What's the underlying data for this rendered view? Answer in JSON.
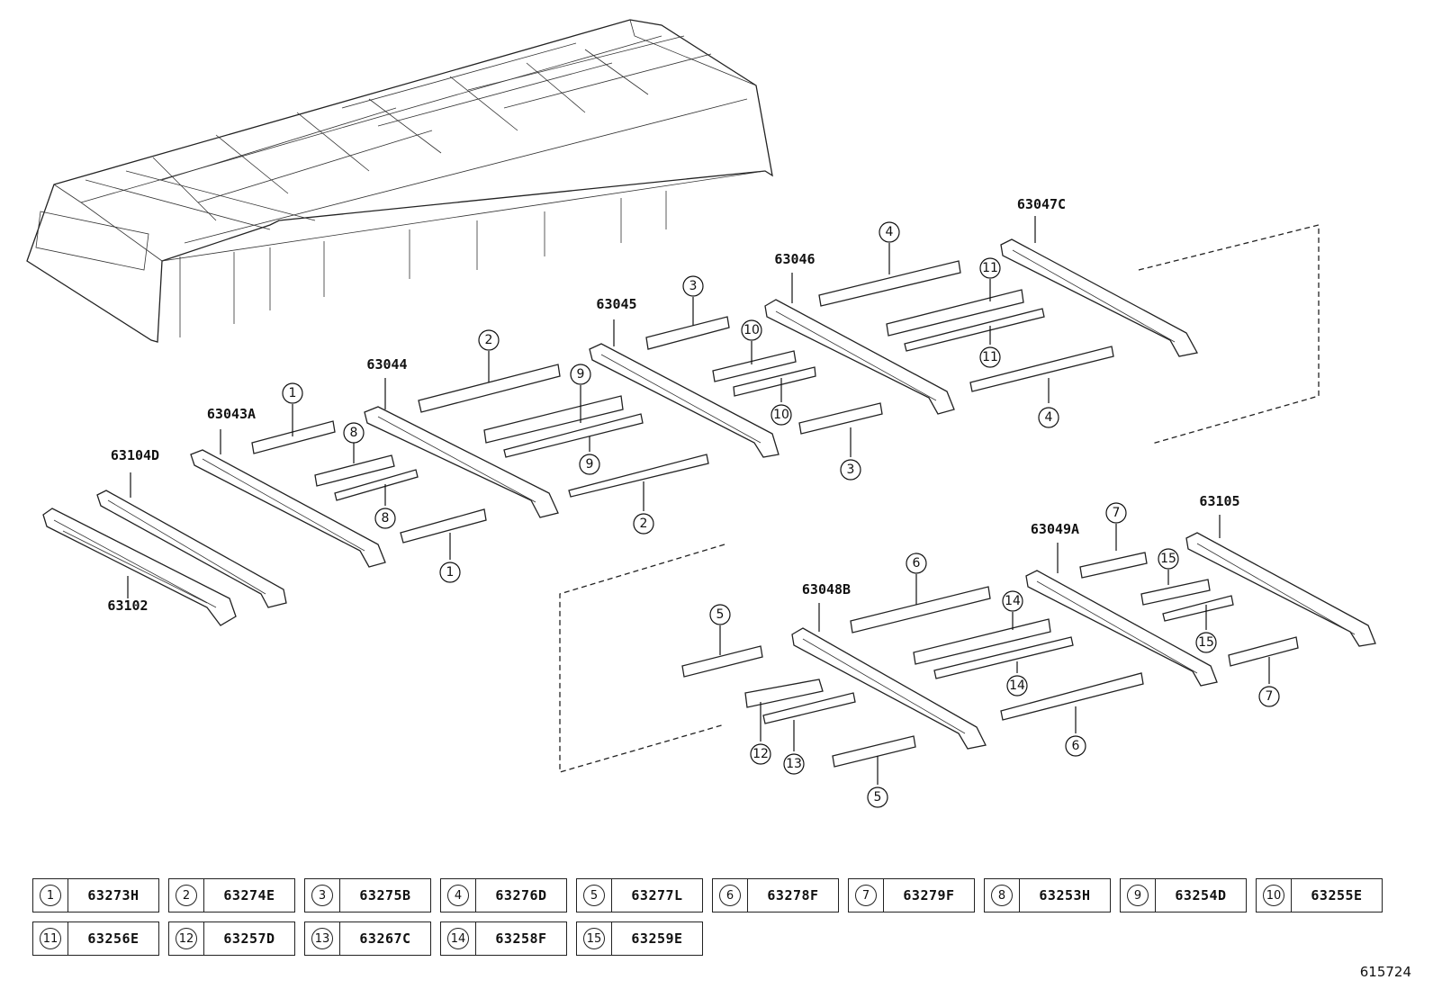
{
  "part_numbers": {
    "p63102": "63102",
    "p63104D": "63104D",
    "p63043A": "63043A",
    "p63044": "63044",
    "p63045": "63045",
    "p63046": "63046",
    "p63047C": "63047C",
    "p63048B": "63048B",
    "p63049A": "63049A",
    "p63105": "63105"
  },
  "callouts": [
    "1",
    "2",
    "3",
    "4",
    "5",
    "6",
    "7",
    "8",
    "9",
    "10",
    "11",
    "12",
    "13",
    "14",
    "15"
  ],
  "legend": [
    {
      "num": "1",
      "code": "63273H"
    },
    {
      "num": "2",
      "code": "63274E"
    },
    {
      "num": "3",
      "code": "63275B"
    },
    {
      "num": "4",
      "code": "63276D"
    },
    {
      "num": "5",
      "code": "63277L"
    },
    {
      "num": "6",
      "code": "63278F"
    },
    {
      "num": "7",
      "code": "63279F"
    },
    {
      "num": "8",
      "code": "63253H"
    },
    {
      "num": "9",
      "code": "63254D"
    },
    {
      "num": "10",
      "code": "63255E"
    },
    {
      "num": "11",
      "code": "63256E"
    },
    {
      "num": "12",
      "code": "63257D"
    },
    {
      "num": "13",
      "code": "63267C"
    },
    {
      "num": "14",
      "code": "63258F"
    },
    {
      "num": "15",
      "code": "63259E"
    }
  ],
  "figure_id": "615724"
}
